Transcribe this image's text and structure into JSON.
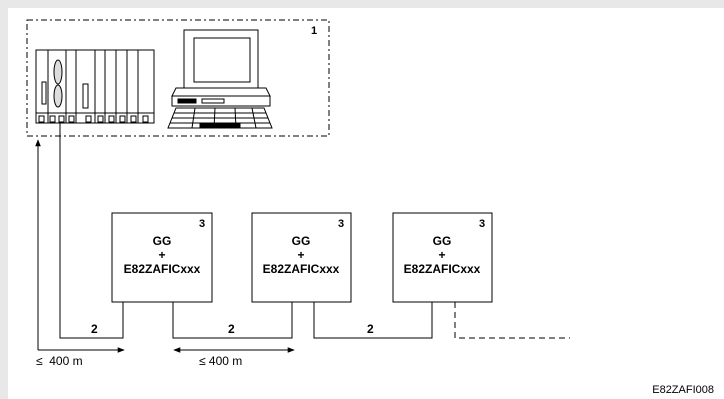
{
  "system_box": {
    "label": "1"
  },
  "cable_label": "2",
  "devices": [
    {
      "number": "3",
      "line1": "GG",
      "line2": "+",
      "line3": "E82ZAFICxxx"
    },
    {
      "number": "3",
      "line1": "GG",
      "line2": "+",
      "line3": "E82ZAFICxxx"
    },
    {
      "number": "3",
      "line1": "GG",
      "line2": "+",
      "line3": "E82ZAFICxxx"
    }
  ],
  "distances": {
    "first": "≤  400 m",
    "second": "≤ 400 m"
  },
  "figure_id": "E82ZAFI008"
}
